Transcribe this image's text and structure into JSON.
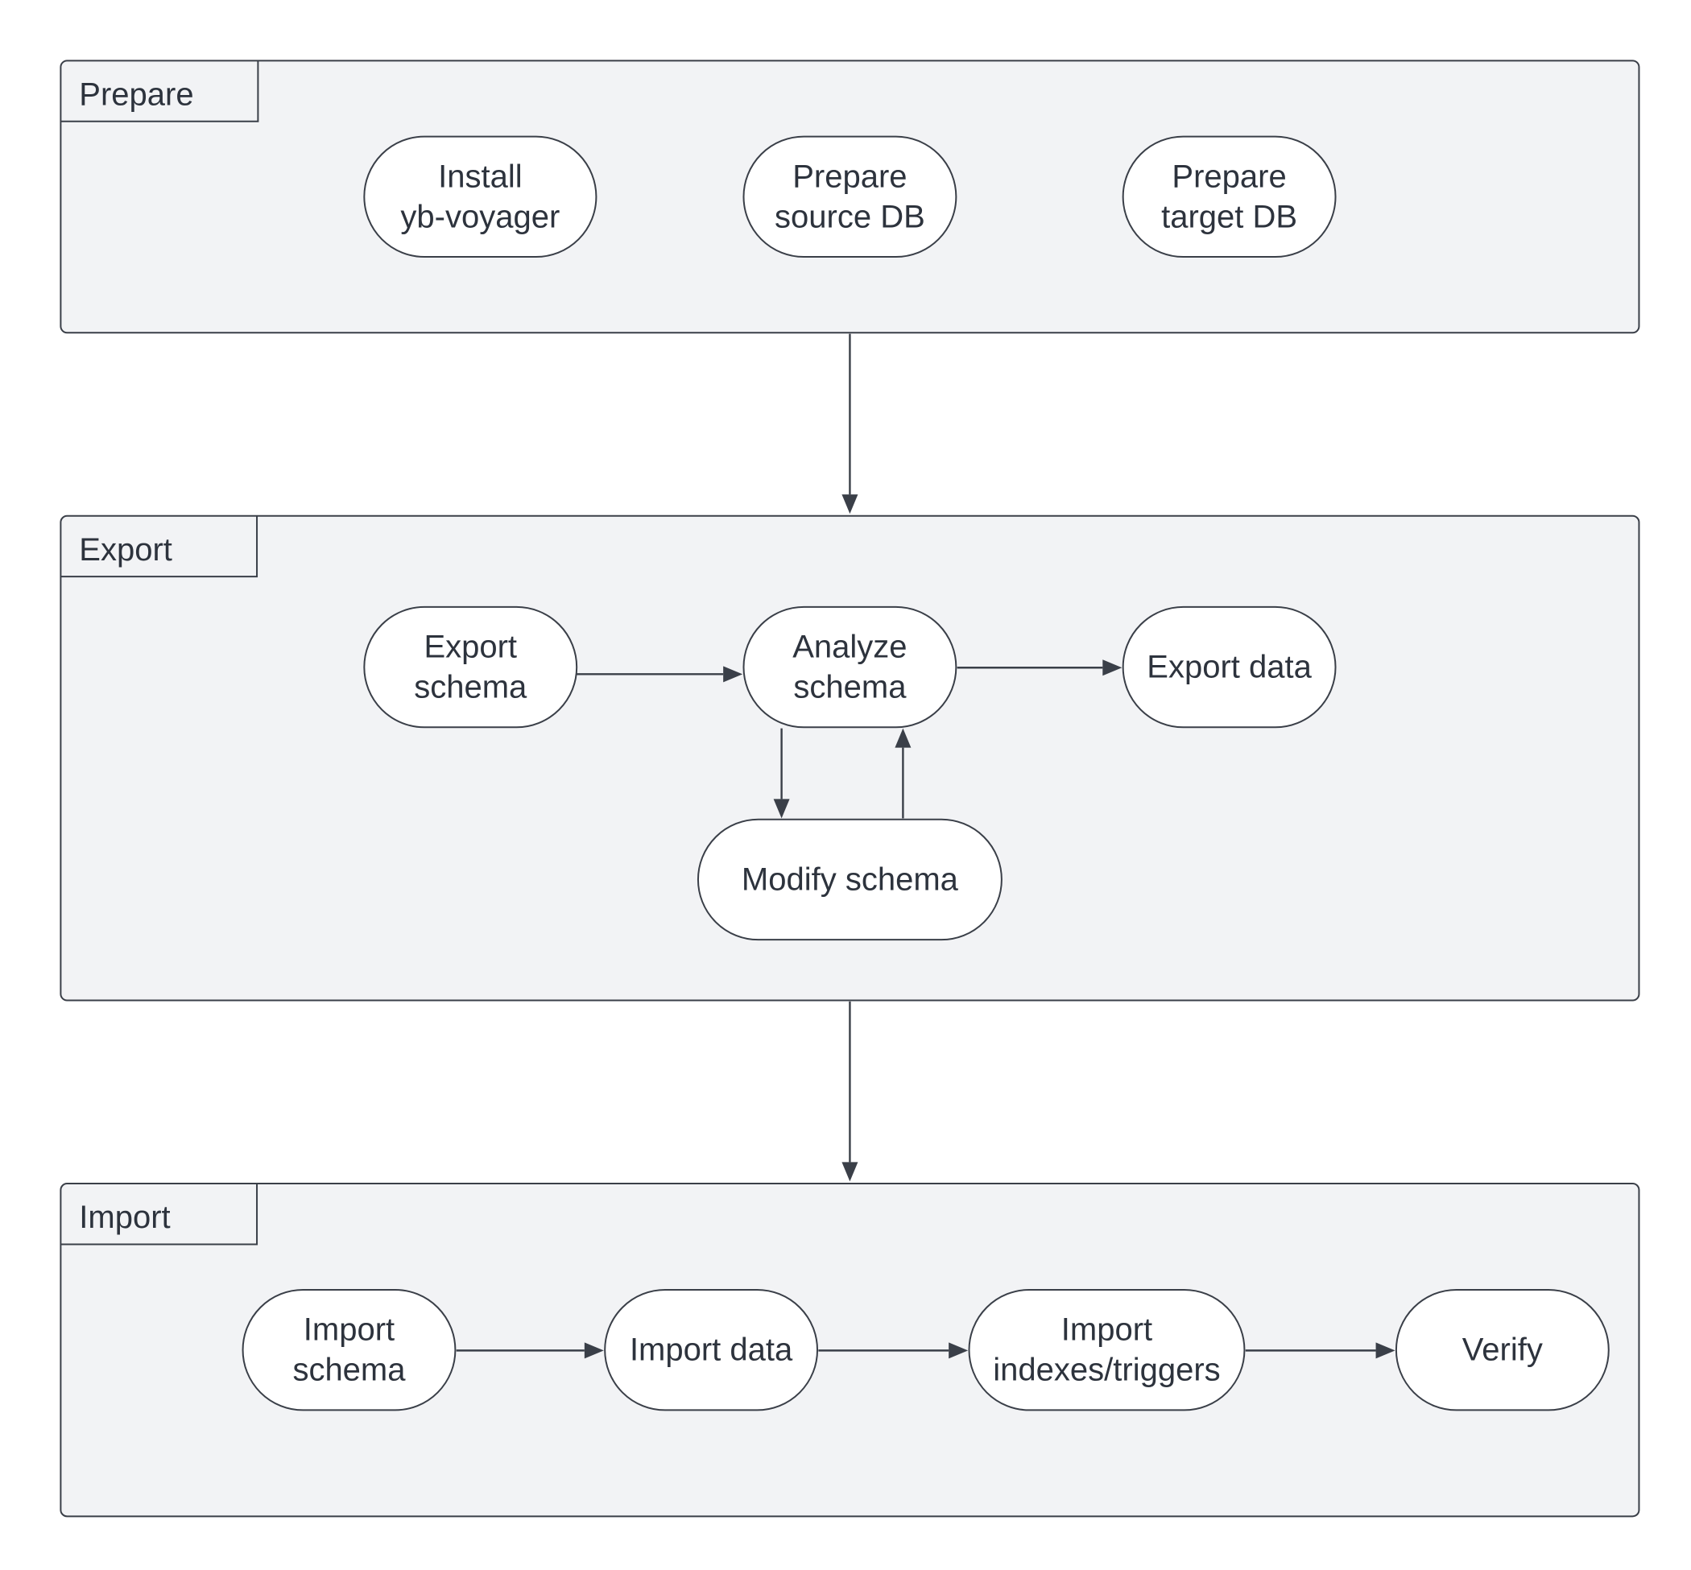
{
  "stages": [
    {
      "id": "prepare",
      "label": "Prepare",
      "nodes": [
        {
          "id": "install",
          "lines": [
            "Install",
            "yb-voyager"
          ]
        },
        {
          "id": "prep-source",
          "lines": [
            "Prepare",
            "source DB"
          ]
        },
        {
          "id": "prep-target",
          "lines": [
            "Prepare",
            "target DB"
          ]
        }
      ]
    },
    {
      "id": "export",
      "label": "Export",
      "nodes": [
        {
          "id": "export-schema",
          "lines": [
            "Export",
            "schema"
          ]
        },
        {
          "id": "analyze-schema",
          "lines": [
            "Analyze",
            "schema"
          ]
        },
        {
          "id": "export-data",
          "lines": [
            "Export data"
          ]
        },
        {
          "id": "modify-schema",
          "lines": [
            "Modify schema"
          ]
        }
      ]
    },
    {
      "id": "import",
      "label": "Import",
      "nodes": [
        {
          "id": "import-schema",
          "lines": [
            "Import",
            "schema"
          ]
        },
        {
          "id": "import-data",
          "lines": [
            "Import data"
          ]
        },
        {
          "id": "import-indexes",
          "lines": [
            "Import",
            "indexes/triggers"
          ]
        },
        {
          "id": "verify",
          "lines": [
            "Verify"
          ]
        }
      ]
    }
  ],
  "edges": [
    {
      "from": "prepare",
      "to": "export"
    },
    {
      "from": "export",
      "to": "import"
    },
    {
      "from": "export-schema",
      "to": "analyze-schema"
    },
    {
      "from": "analyze-schema",
      "to": "export-data"
    },
    {
      "from": "analyze-schema",
      "to": "modify-schema"
    },
    {
      "from": "modify-schema",
      "to": "analyze-schema"
    },
    {
      "from": "import-schema",
      "to": "import-data"
    },
    {
      "from": "import-data",
      "to": "import-indexes"
    },
    {
      "from": "import-indexes",
      "to": "verify"
    }
  ],
  "colors": {
    "stage_fill": "#f2f3f5",
    "node_fill": "#ffffff",
    "stroke": "#3a3f48",
    "text": "#2d333d"
  }
}
